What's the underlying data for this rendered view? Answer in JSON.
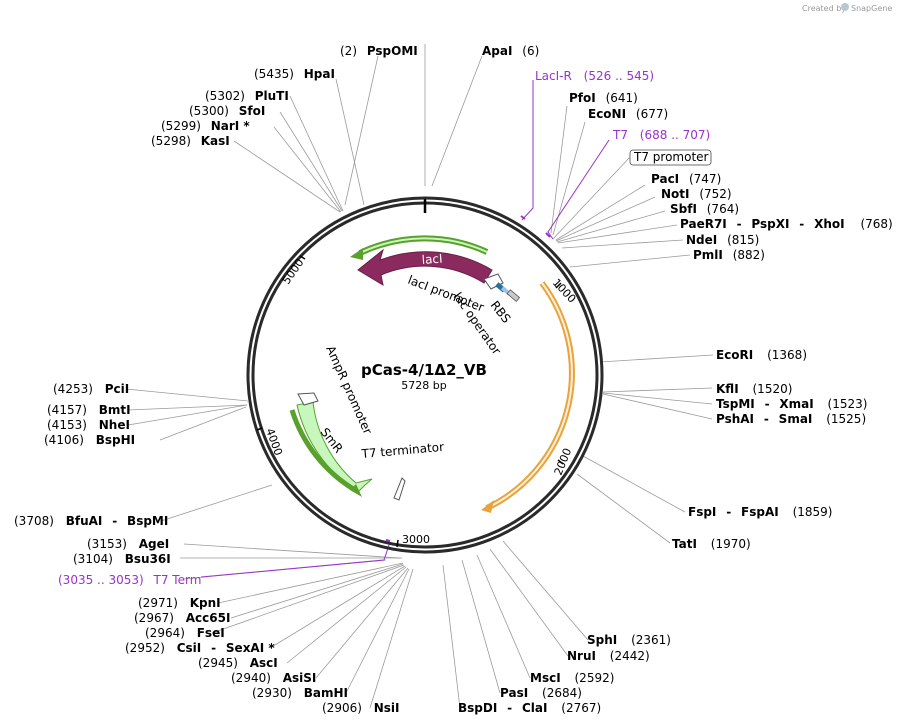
{
  "credit": {
    "prefix": "Created by",
    "brand": "SnapGene"
  },
  "plasmid": {
    "name": "pCas-4/1Δ2_VB",
    "length_label": "5728 bp"
  },
  "ruler": [
    {
      "value": "1000"
    },
    {
      "value": "2000"
    },
    {
      "value": "3000"
    },
    {
      "value": "4000"
    },
    {
      "value": "5000"
    }
  ],
  "features": {
    "laci": "lacI",
    "smr": "SmR",
    "laci_promoter": "lacI promoter",
    "rbs": "RBS",
    "lac_operator": "lac operator",
    "ampr_promoter": "AmpR promoter",
    "t7_terminator": "T7 terminator",
    "t7_promoter_box": "T7 promoter"
  },
  "right_labels": [
    {
      "pos": "(6)",
      "name": "ApaI"
    },
    {
      "pos": "(641)",
      "name": "PfoI"
    },
    {
      "pos": "(677)",
      "name": "EcoNI"
    },
    {
      "pos": "(747)",
      "name": "PacI"
    },
    {
      "pos": "(752)",
      "name": "NotI"
    },
    {
      "pos": "(764)",
      "name": "SbfI"
    },
    {
      "pos": "(768)",
      "name": "PaeR7I",
      "name2": "PspXI",
      "name3": "XhoI"
    },
    {
      "pos": "(815)",
      "name": "NdeI"
    },
    {
      "pos": "(882)",
      "name": "PmlI"
    },
    {
      "pos": "(1368)",
      "name": "EcoRI"
    },
    {
      "pos": "(1520)",
      "name": "KflI"
    },
    {
      "pos": "(1523)",
      "name": "TspMI",
      "name2": "XmaI"
    },
    {
      "pos": "(1525)",
      "name": "PshAI",
      "name2": "SmaI"
    },
    {
      "pos": "(1859)",
      "name": "FspI",
      "name2": "FspAI"
    },
    {
      "pos": "(1970)",
      "name": "TatI"
    },
    {
      "pos": "(2361)",
      "name": "SphI"
    },
    {
      "pos": "(2442)",
      "name": "NruI"
    },
    {
      "pos": "(2592)",
      "name": "MscI"
    },
    {
      "pos": "(2684)",
      "name": "PasI"
    },
    {
      "pos": "(2767)",
      "name": "BspDI",
      "name2": "ClaI"
    }
  ],
  "left_labels": [
    {
      "pos": "(2)",
      "name": "PspOMI"
    },
    {
      "pos": "(5435)",
      "name": "HpaI"
    },
    {
      "pos": "(5302)",
      "name": "PluTI"
    },
    {
      "pos": "(5300)",
      "name": "SfoI"
    },
    {
      "pos": "(5299)",
      "name": "NarI *"
    },
    {
      "pos": "(5298)",
      "name": "KasI"
    },
    {
      "pos": "(4253)",
      "name": "PciI"
    },
    {
      "pos": "(4157)",
      "name": "BmtI"
    },
    {
      "pos": "(4153)",
      "name": "NheI"
    },
    {
      "pos": "(4106)",
      "name": "BspHI"
    },
    {
      "pos": "(3708)",
      "name": "BfuAI",
      "name2": "BspMI"
    },
    {
      "pos": "(3153)",
      "name": "AgeI"
    },
    {
      "pos": "(3104)",
      "name": "Bsu36I"
    },
    {
      "pos": "(2971)",
      "name": "KpnI"
    },
    {
      "pos": "(2967)",
      "name": "Acc65I"
    },
    {
      "pos": "(2964)",
      "name": "FseI"
    },
    {
      "pos": "(2952)",
      "name": "CsiI",
      "name2": "SexAI *"
    },
    {
      "pos": "(2945)",
      "name": "AscI"
    },
    {
      "pos": "(2940)",
      "name": "AsiSI"
    },
    {
      "pos": "(2930)",
      "name": "BamHI"
    },
    {
      "pos": "(2906)",
      "name": "NsiI"
    }
  ],
  "primers": [
    {
      "name": "LacI-R",
      "range": "(526 .. 545)"
    },
    {
      "name": "T7",
      "range": "(688 .. 707)"
    },
    {
      "name": "T7 Term",
      "range": "(3035 .. 3053)"
    }
  ],
  "colors": {
    "laci": "#8b2a5e",
    "green": "#5aa02c",
    "green_light": "#c7f7bd",
    "orange": "#e8a33a",
    "primer": "#9933cc",
    "leader": "#9a9a9a"
  }
}
